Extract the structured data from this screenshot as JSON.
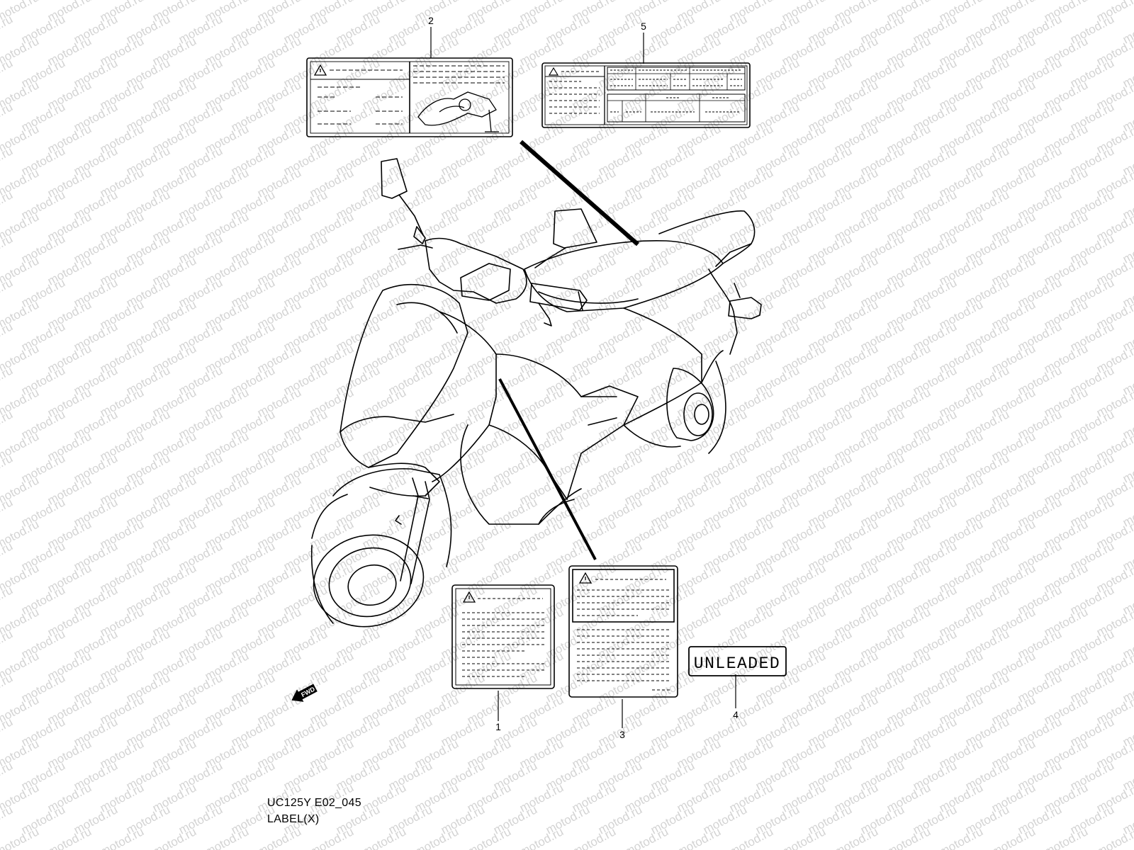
{
  "watermark": {
    "text": "motod.ru",
    "color": "#d3d3d3"
  },
  "callouts": {
    "n1": "1",
    "n2": "2",
    "n3": "3",
    "n4": "4",
    "n5": "5"
  },
  "label_4": {
    "text": "UNLEADED"
  },
  "fwd_arrow": {
    "text": "FWD"
  },
  "caption": {
    "model_code": "UC125Y E02_045",
    "title": "LABEL(X)"
  },
  "colors": {
    "line": "#000000",
    "background": "#ffffff"
  }
}
